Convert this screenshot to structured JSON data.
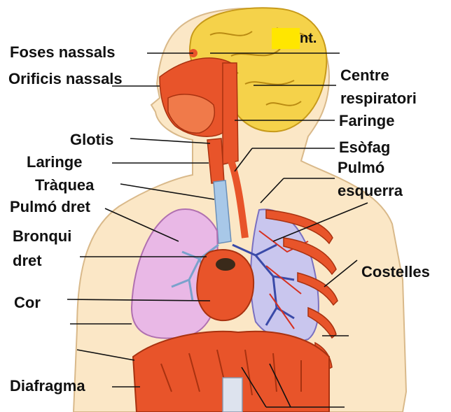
{
  "labels": {
    "foses_nassals": "Foses nassals",
    "orificis_nassals": "Orificis nassals",
    "glotis": "Glotis",
    "laringe": "Laringe",
    "traquea": "Tràquea",
    "pulmo_dret": "Pulmó dret",
    "bronqui_dret_1": "Bronqui",
    "bronqui_dret_2": "dret",
    "cor": "Cor",
    "diafragma": "Diafragma",
    "centre_respiratori_1": "Centre",
    "centre_respiratori_2": "respiratori",
    "faringe": "Faringe",
    "esofag": "Esòfag",
    "pulmo_esquerra_1": "Pulmó",
    "pulmo_esquerra_2": "esquerra",
    "costelles": "Costelles",
    "cervell_partial": "nt."
  },
  "colors": {
    "brain": "#f5d24a",
    "brain_highlight": "#ffe600",
    "skin": "#fbe7c6",
    "tissue": "#e8542a",
    "lung_right": "#e9b8e6",
    "lung_left": "#c9c6ee",
    "trachea": "#a8c8e8",
    "line": "#111111"
  }
}
